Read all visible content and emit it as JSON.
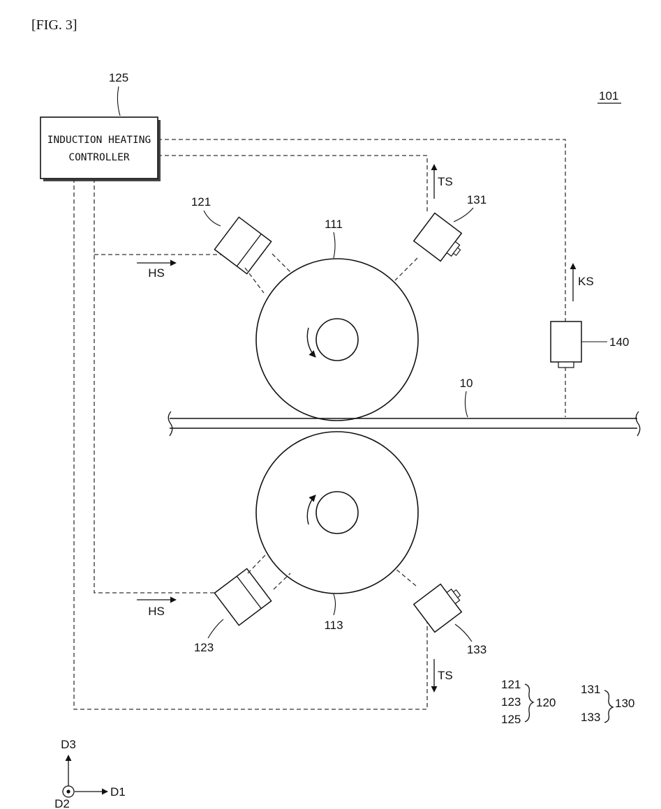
{
  "figure": {
    "title": "[FIG. 3]",
    "ref": "101"
  },
  "controller": {
    "line1": "INDUCTION HEATING",
    "line2": "CONTROLLER",
    "ref": "125"
  },
  "rollers": {
    "upper": "111",
    "lower": "113"
  },
  "heaters": {
    "upper": "121",
    "lower": "123"
  },
  "temp_sensors": {
    "upper": "131",
    "lower": "133"
  },
  "sensor_140": "140",
  "strip": "10",
  "signals": {
    "hs_upper": "HS",
    "hs_lower": "HS",
    "ts_upper": "TS",
    "ts_lower": "TS",
    "ks": "KS"
  },
  "legend": {
    "group120": {
      "items": [
        "121",
        "123",
        "125"
      ],
      "label": "120"
    },
    "group130": {
      "items": [
        "131",
        "133"
      ],
      "label": "130"
    }
  },
  "axes": {
    "d1": "D1",
    "d2": "D2",
    "d3": "D3"
  }
}
